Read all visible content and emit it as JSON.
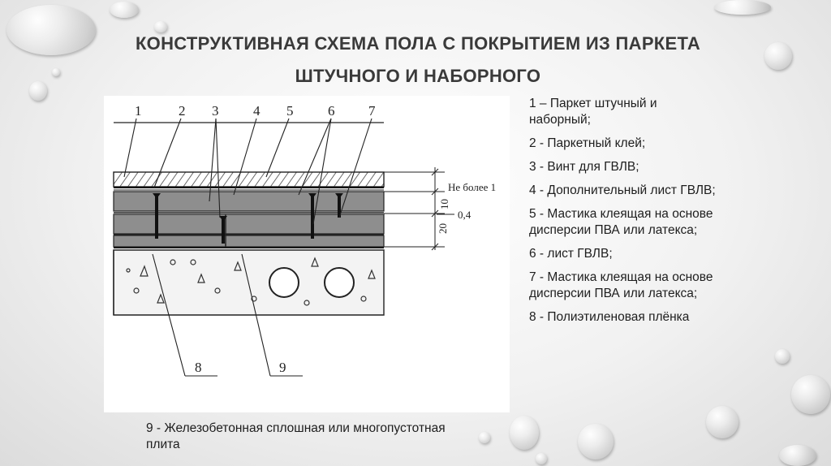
{
  "slide": {
    "title_line1": "КОНСТРУКТИВНАЯ СХЕМА ПОЛА С ПОКРЫТИЕМ ИЗ ПАРКЕТА",
    "title_line2": "ШТУЧНОГО И НАБОРНОГО"
  },
  "diagram": {
    "callouts": [
      "1",
      "2",
      "3",
      "4",
      "5",
      "6",
      "7",
      "8",
      "9"
    ],
    "dim_top": "Не более 1",
    "dim_mid": "10",
    "dim_gap": "0,4",
    "dim_bottom": "20"
  },
  "legend": [
    "1 – Паркет штучный и наборный;",
    "2 - Паркетный клей;",
    "3 - Винт для ГВЛВ;",
    "4 - Дополнительный лист ГВЛВ;",
    "5 - Мастика клеящая на основе дисперсии ПВА или латекса;",
    "6 - лист ГВЛВ;",
    "7 - Мастика клеящая на основе дисперсии ПВА или латекса;",
    "8 - Полиэтиленовая плёнка"
  ],
  "caption": "9 - Железобетонная сплошная или многопустотная плита"
}
